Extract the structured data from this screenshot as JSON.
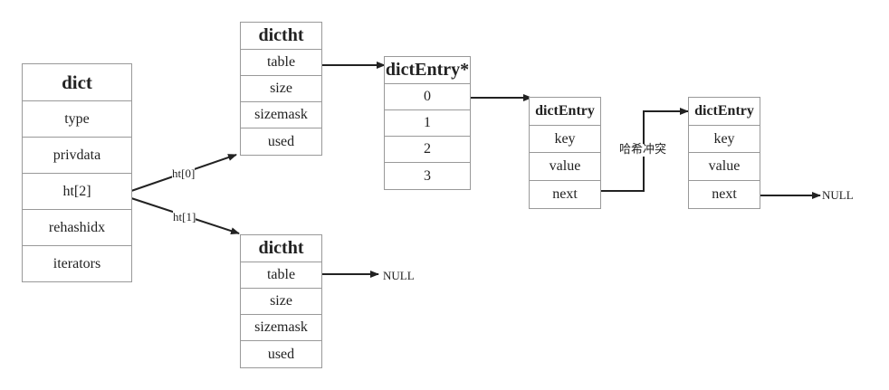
{
  "dict": {
    "title": "dict",
    "fields": [
      "type",
      "privdata",
      "ht[2]",
      "rehashidx",
      "iterators"
    ]
  },
  "dictht0": {
    "title": "dictht",
    "fields": [
      "table",
      "size",
      "sizemask",
      "used"
    ]
  },
  "dictht1": {
    "title": "dictht",
    "fields": [
      "table",
      "size",
      "sizemask",
      "used"
    ]
  },
  "table_array": {
    "title": "dictEntry*",
    "slots": [
      "0",
      "1",
      "2",
      "3"
    ]
  },
  "entry1": {
    "title": "dictEntry",
    "fields": [
      "key",
      "value",
      "next"
    ]
  },
  "entry2": {
    "title": "dictEntry",
    "fields": [
      "key",
      "value",
      "next"
    ]
  },
  "labels": {
    "ht0": "ht[0]",
    "ht1": "ht[1]",
    "collision": "哈希冲突",
    "null_ht1": "NULL",
    "null_entry2": "NULL"
  },
  "colors": {
    "border": "#999999",
    "arrow": "#222222",
    "text": "#222222"
  }
}
